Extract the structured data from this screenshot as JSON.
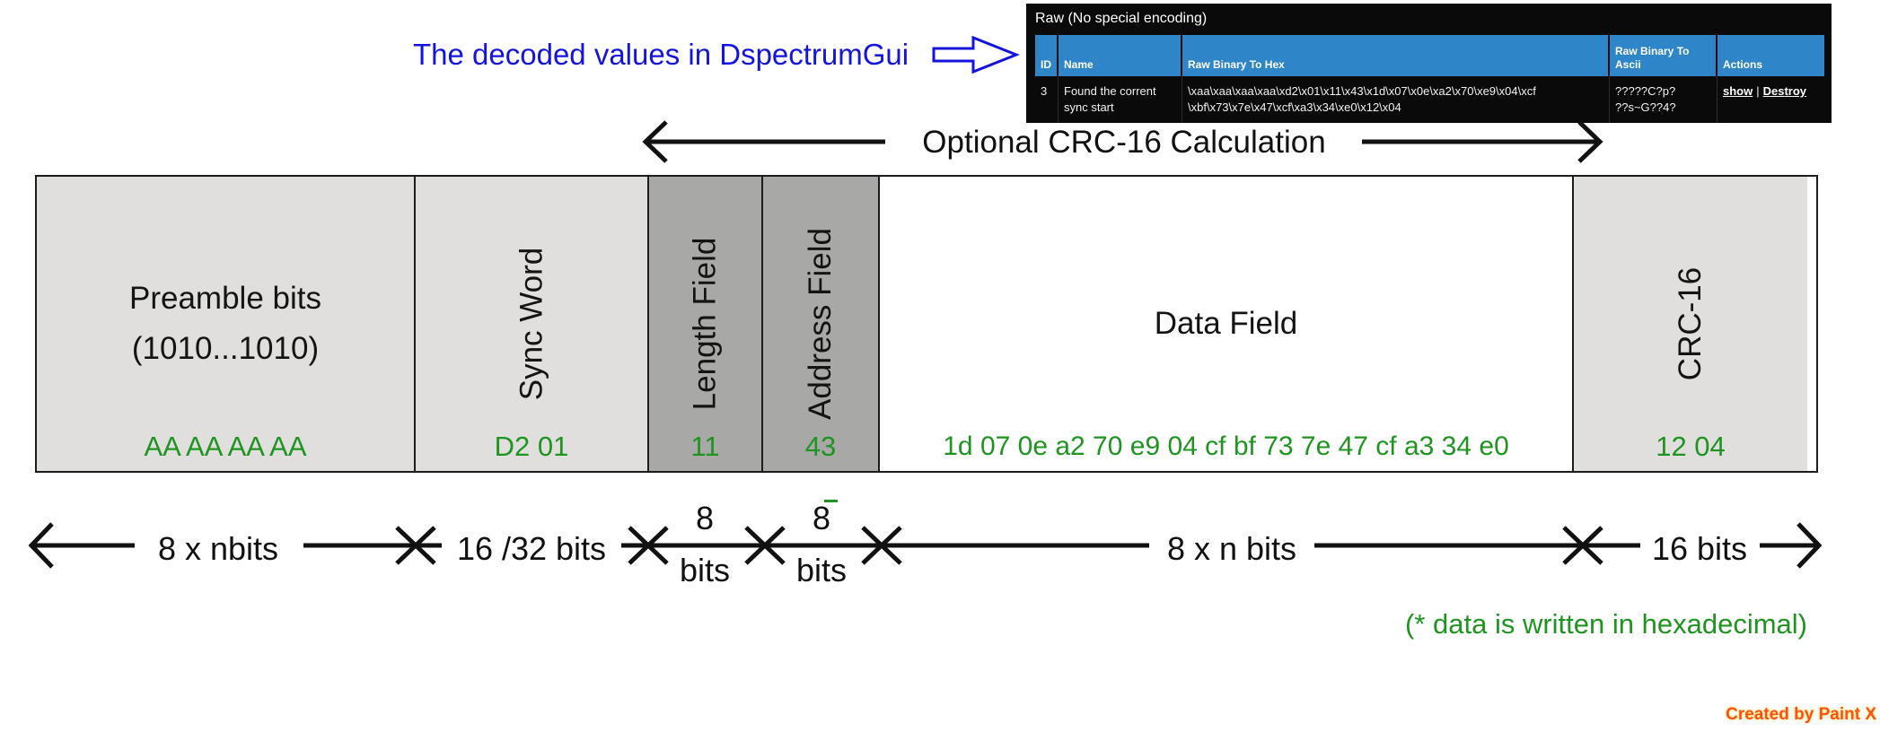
{
  "colors": {
    "green": "#1f9421",
    "blue": "#1414dd",
    "table_header": "#2e86c9",
    "credit_orange": "#ff4f14"
  },
  "annotation": {
    "label": "The decoded values in DspectrumGui"
  },
  "decoder_table": {
    "title": "Raw (No special encoding)",
    "columns": [
      "ID",
      "Name",
      "Raw Binary To Hex",
      "Raw Binary To Ascii",
      "Actions"
    ],
    "row": {
      "id": "3",
      "name_lines": [
        "Found the corrent",
        "sync start"
      ],
      "hex_lines": [
        "\\xaa\\xaa\\xaa\\xaa\\xd2\\x01\\x11\\x43\\x1d\\x07\\x0e\\xa2\\x70\\xe9\\x04\\xcf",
        "\\xbf\\x73\\x7e\\x47\\xcf\\xa3\\x34\\xe0\\x12\\x04"
      ],
      "ascii_lines": [
        "?????C?p?",
        "??s~G??4?"
      ],
      "show_label": "show",
      "action_separator": "|",
      "destroy_label": "Destroy"
    }
  },
  "crc_span_label": "Optional CRC-16 Calculation",
  "packet_fields": [
    {
      "label": "Preamble bits",
      "sublabel": "(1010...1010)",
      "value": "AA AA AA AA",
      "bits": "8 x nbits"
    },
    {
      "label": "Sync Word",
      "value": "D2 01",
      "bits": "16 /32 bits"
    },
    {
      "label": "Length Field",
      "value": "11",
      "bits": "8 bits"
    },
    {
      "label": "Address Field",
      "value": "43",
      "bits": "8 bits"
    },
    {
      "label": "Data Field",
      "value": "1d 07 0e a2 70 e9 04 cf bf 73 7e 47 cf a3 34 e0",
      "bits": "8 x n bits"
    },
    {
      "label": "CRC-16",
      "value": "12 04",
      "bits": "16 bits"
    }
  ],
  "dimension_labels": {
    "preamble": "8 x nbits",
    "sync": "16 /32 bits",
    "length_top": "8",
    "length_bottom": "bits",
    "address_top": "8",
    "address_bottom": "bits",
    "data": "8 x n bits",
    "crc": "16 bits"
  },
  "footnote": "(* data is written in hexadecimal)",
  "credit": "Created by Paint X"
}
